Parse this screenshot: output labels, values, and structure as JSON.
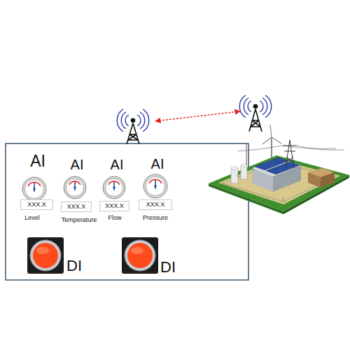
{
  "diagram": {
    "nodes": [
      {
        "text": [
          "XXX.X"
        ]
      },
      {
        "text": [
          "XXX.X"
        ]
      },
      {
        "text": [
          "XXX.X"
        ]
      },
      {
        "text": [
          "XXX.X"
        ]
      }
    ],
    "labels": [
      "AI",
      "AI",
      "AI",
      "AI",
      "Level",
      "Temperature",
      "Flow",
      "Pressure",
      "DI",
      "DI"
    ]
  }
}
